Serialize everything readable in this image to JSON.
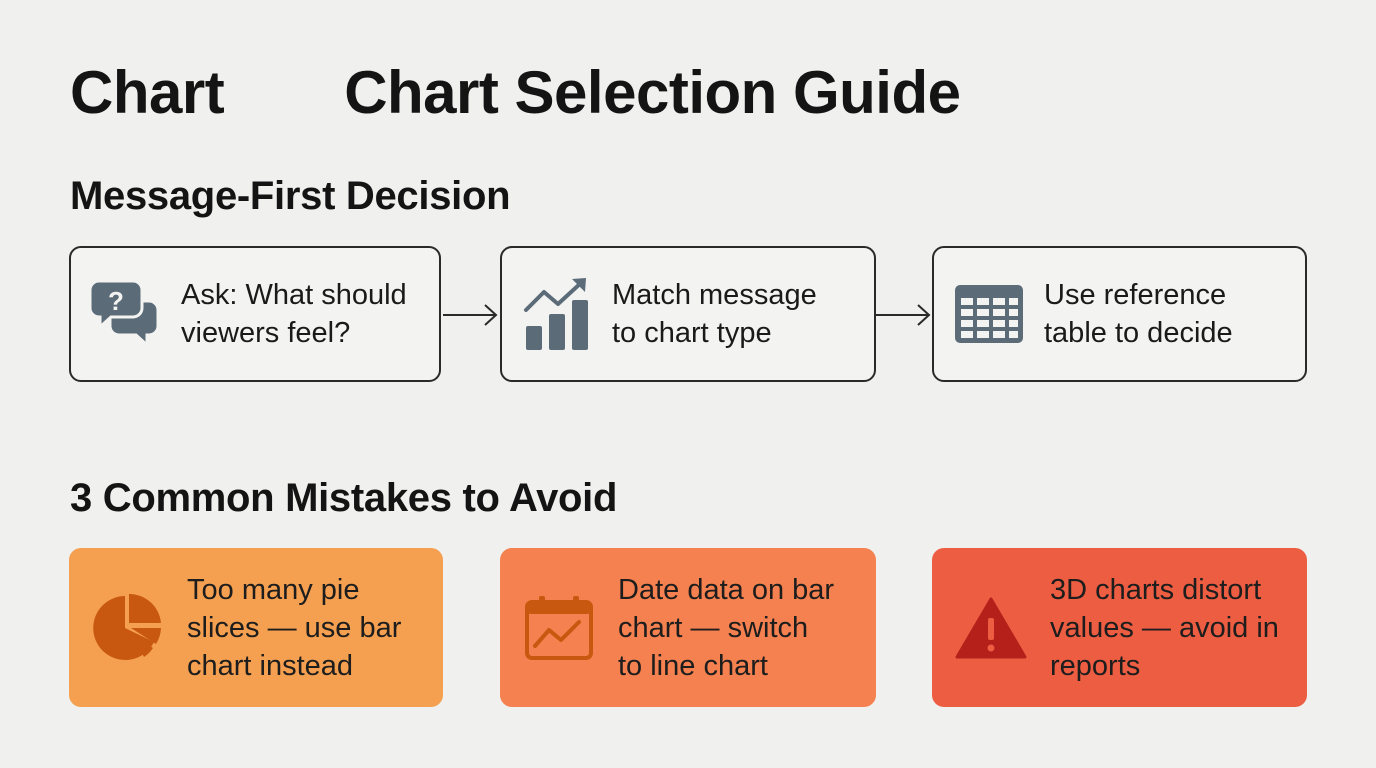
{
  "header": {
    "title_left": "Chart",
    "title_main": "Chart Selection Guide"
  },
  "sections": {
    "decision_heading": "Message-First Decision",
    "mistakes_heading": "3 Common Mistakes to Avoid"
  },
  "steps": [
    {
      "icon": "speech-bubbles-question-icon",
      "line1": "Ask: What should",
      "line2": "viewers feel?"
    },
    {
      "icon": "bar-chart-trend-icon",
      "line1": "Match message",
      "line2": "to chart type"
    },
    {
      "icon": "table-grid-icon",
      "line1": "Use reference",
      "line2": "table to decide"
    }
  ],
  "mistakes": [
    {
      "icon": "pie-chart-icon",
      "line1": "Too many pie",
      "line2": "slices — use bar",
      "line3": "chart instead",
      "color": "#f5a050"
    },
    {
      "icon": "calendar-line-chart-icon",
      "line1": "Date data on bar",
      "line2": "chart — switch",
      "line3": "to line chart",
      "color": "#f4814f"
    },
    {
      "icon": "warning-triangle-icon",
      "line1": "3D charts distort",
      "line2": "values — avoid in",
      "line3": "reports",
      "color": "#ec5d42"
    }
  ],
  "colors": {
    "icon_gray": "#5c6b78",
    "orange_icon": "#c8580f",
    "red_icon": "#b5201a"
  }
}
